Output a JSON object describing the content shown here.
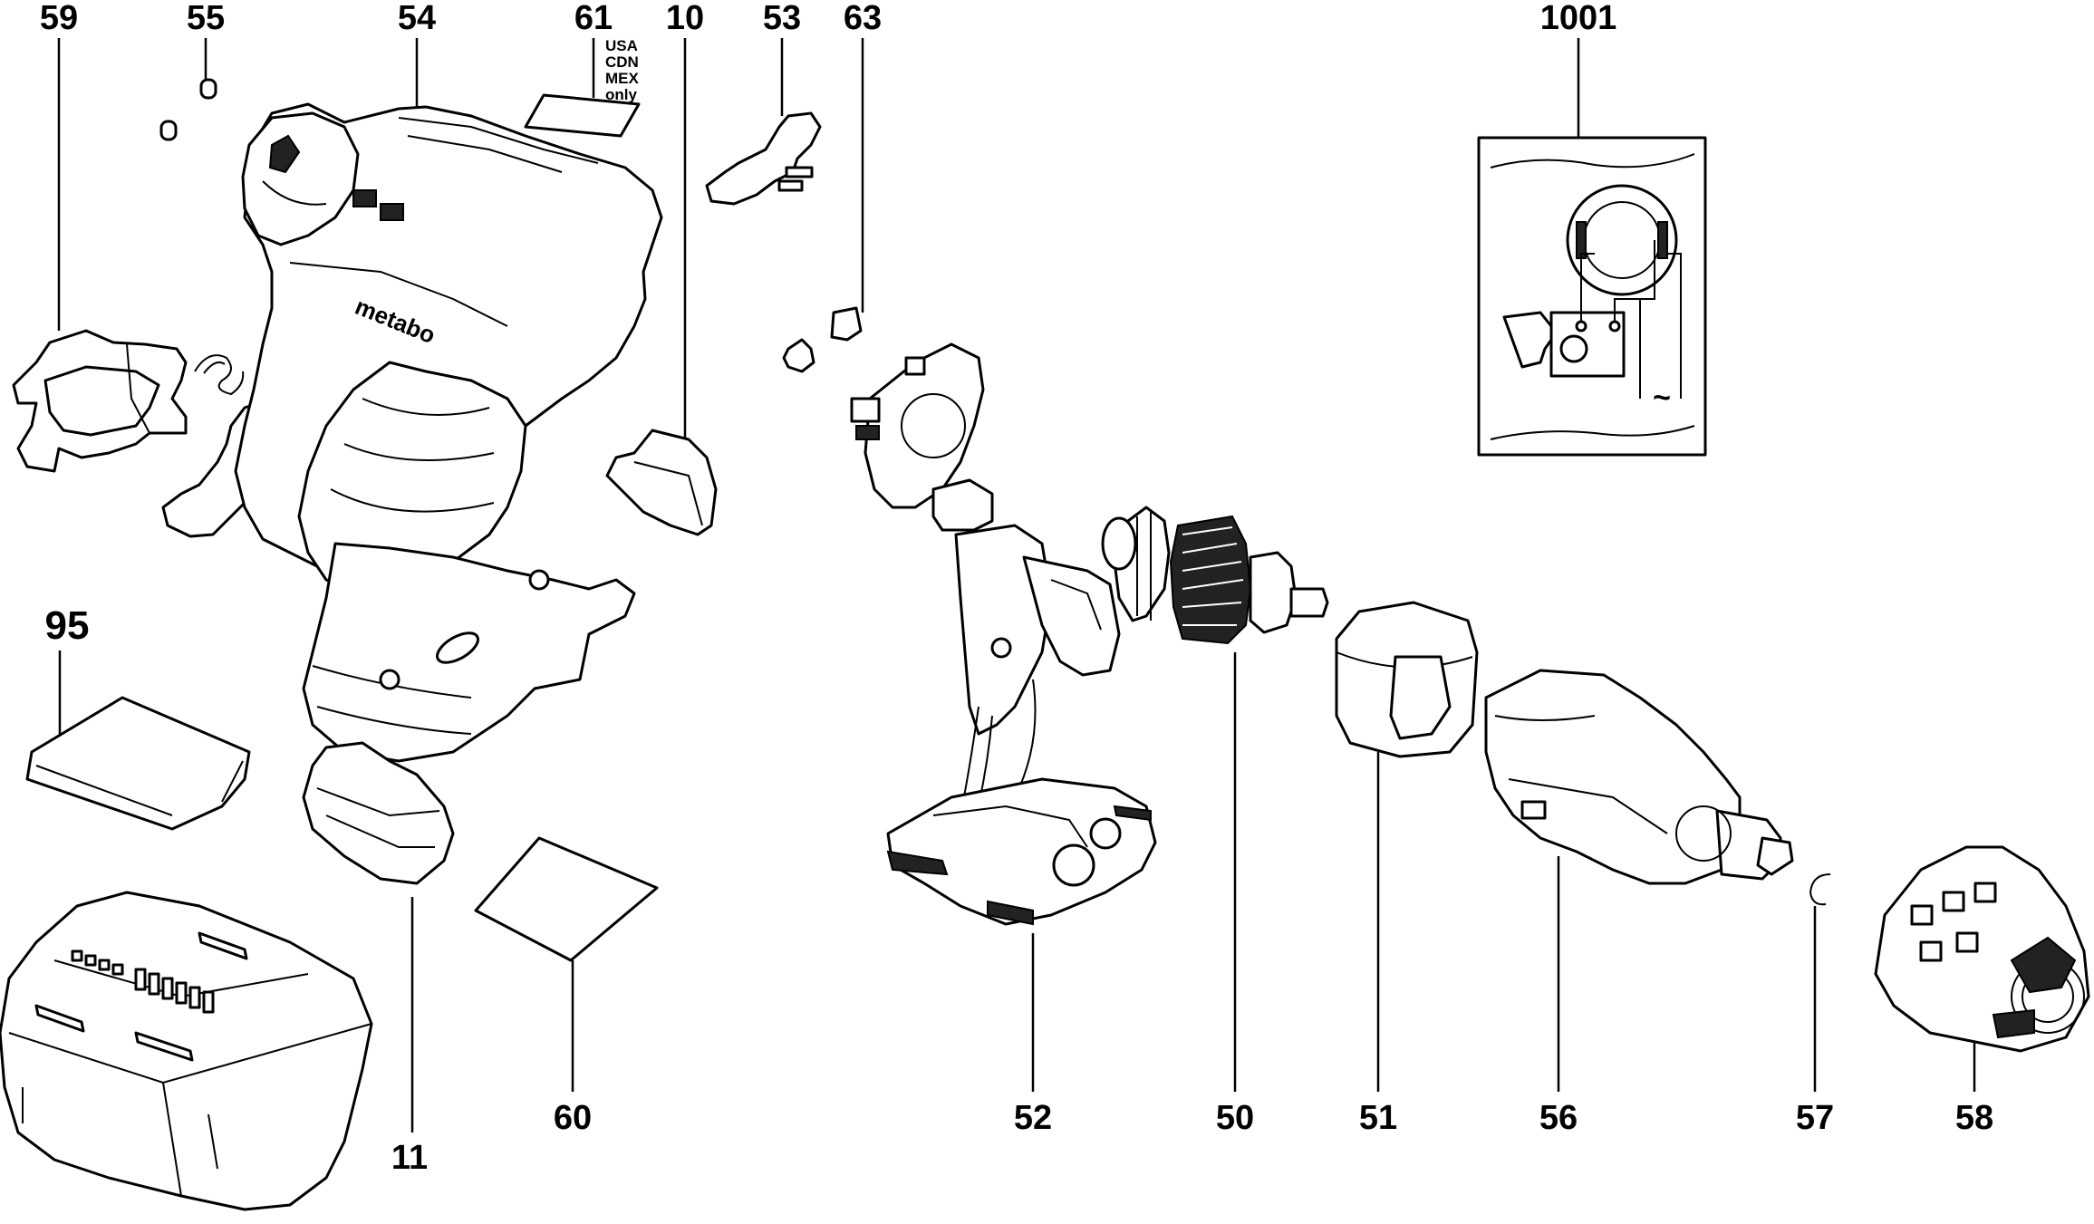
{
  "callouts": [
    {
      "id": "59"
    },
    {
      "id": "55"
    },
    {
      "id": "54"
    },
    {
      "id": "61"
    },
    {
      "id": "10"
    },
    {
      "id": "53"
    },
    {
      "id": "63"
    },
    {
      "id": "1001"
    },
    {
      "id": "95"
    },
    {
      "id": "11"
    },
    {
      "id": "60"
    },
    {
      "id": "52"
    },
    {
      "id": "50"
    },
    {
      "id": "51"
    },
    {
      "id": "56"
    },
    {
      "id": "57"
    },
    {
      "id": "58"
    }
  ],
  "note_61": [
    "USA",
    "CDN",
    "MEX",
    "only"
  ],
  "housing_logo": "metabo",
  "symbol_ac": "~"
}
